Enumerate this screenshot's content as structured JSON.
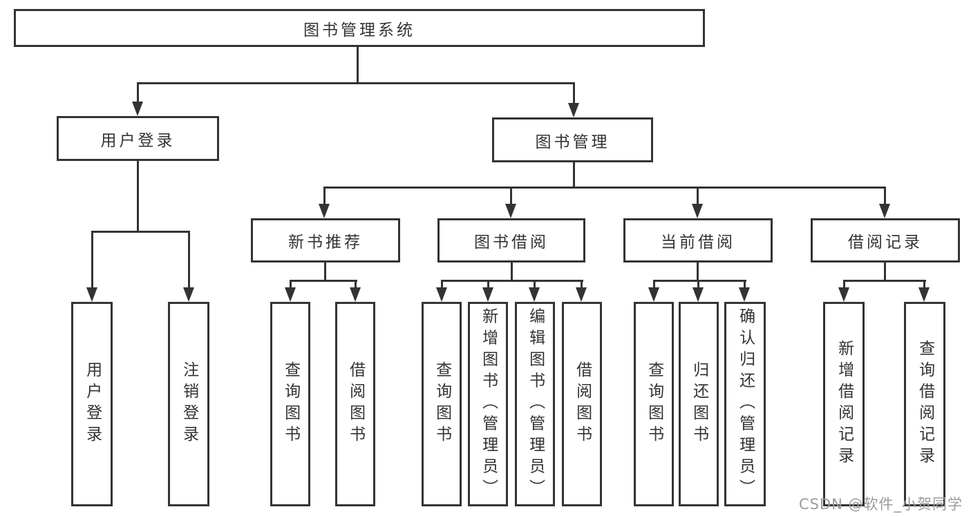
{
  "diagram": {
    "type": "hierarchy-tree",
    "title": "图书管理系统",
    "watermark": "CSDN @软件_小贺同学",
    "colors": {
      "line": "#333333",
      "text": "#333333",
      "watermark": "#9b9b9b",
      "background": "#ffffff"
    }
  },
  "nodes": {
    "root": {
      "label": "图书管理系统"
    },
    "level2": [
      {
        "label": "用户登录",
        "parent": "图书管理系统"
      },
      {
        "label": "图书管理",
        "parent": "图书管理系统"
      }
    ],
    "level3": [
      {
        "label": "新书推荐",
        "parent": "图书管理"
      },
      {
        "label": "图书借阅",
        "parent": "图书管理"
      },
      {
        "label": "当前借阅",
        "parent": "图书管理"
      },
      {
        "label": "借阅记录",
        "parent": "图书管理"
      }
    ],
    "leaves": [
      {
        "label": "用户登录",
        "parent": "用户登录"
      },
      {
        "label": "注销登录",
        "parent": "用户登录"
      },
      {
        "label": "查询图书",
        "parent": "新书推荐"
      },
      {
        "label": "借阅图书",
        "parent": "新书推荐"
      },
      {
        "label": "查询图书",
        "parent": "图书借阅"
      },
      {
        "label": "新增图书（管理员）",
        "parent": "图书借阅"
      },
      {
        "label": "编辑图书（管理员）",
        "parent": "图书借阅"
      },
      {
        "label": "借阅图书",
        "parent": "图书借阅"
      },
      {
        "label": "查询图书",
        "parent": "当前借阅"
      },
      {
        "label": "归还图书",
        "parent": "当前借阅"
      },
      {
        "label": "确认归还（管理员）",
        "parent": "当前借阅"
      },
      {
        "label": "新增借阅记录",
        "parent": "借阅记录"
      },
      {
        "label": "查询借阅记录",
        "parent": "借阅记录"
      }
    ]
  }
}
